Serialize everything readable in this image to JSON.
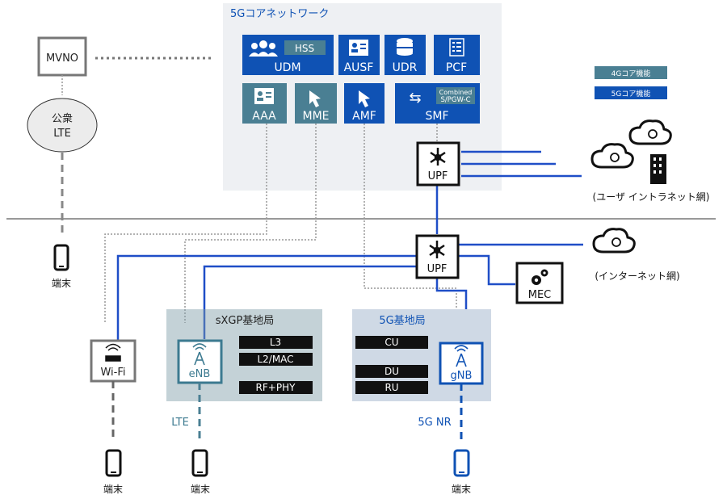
{
  "core": {
    "title": "5Gコアネットワーク",
    "udm": "UDM",
    "hss": "HSS",
    "ausf": "AUSF",
    "udr": "UDR",
    "pcf": "PCF",
    "aaa": "AAA",
    "mme": "MME",
    "amf": "AMF",
    "smf": "SMF",
    "smf_combined_line1": "Combined",
    "smf_combined_line2": "S/PGW-C",
    "arrows_icon": "⇆"
  },
  "legend": {
    "core4g": "4Gコア機能",
    "core5g": "5Gコア機能",
    "color4g": "#4a7f93",
    "color5g": "#0f52b4"
  },
  "mvno": {
    "label": "MVNO"
  },
  "public_lte": {
    "line1": "公衆",
    "line2": "LTE"
  },
  "upf_top": {
    "label": "UPF"
  },
  "upf_bottom": {
    "label": "UPF"
  },
  "mec": {
    "label": "MEC"
  },
  "intranet": {
    "label": "(ユーザ イントラネット網)"
  },
  "internet": {
    "label": "(インターネット網)"
  },
  "sxgp": {
    "title": "sXGP基地局",
    "l3": "L3",
    "l2mac": "L2/MAC",
    "rfphy": "RF+PHY",
    "enb": "eNB",
    "lte": "LTE"
  },
  "g5": {
    "title": "5G基地局",
    "cu": "CU",
    "du": "DU",
    "ru": "RU",
    "gnb": "gNB",
    "nr": "5G NR"
  },
  "wifi": {
    "label": "Wi-Fi"
  },
  "terminals": {
    "mvno_term": "端末",
    "wifi_term": "端末",
    "lte_term": "端末",
    "nr_term": "端末"
  }
}
